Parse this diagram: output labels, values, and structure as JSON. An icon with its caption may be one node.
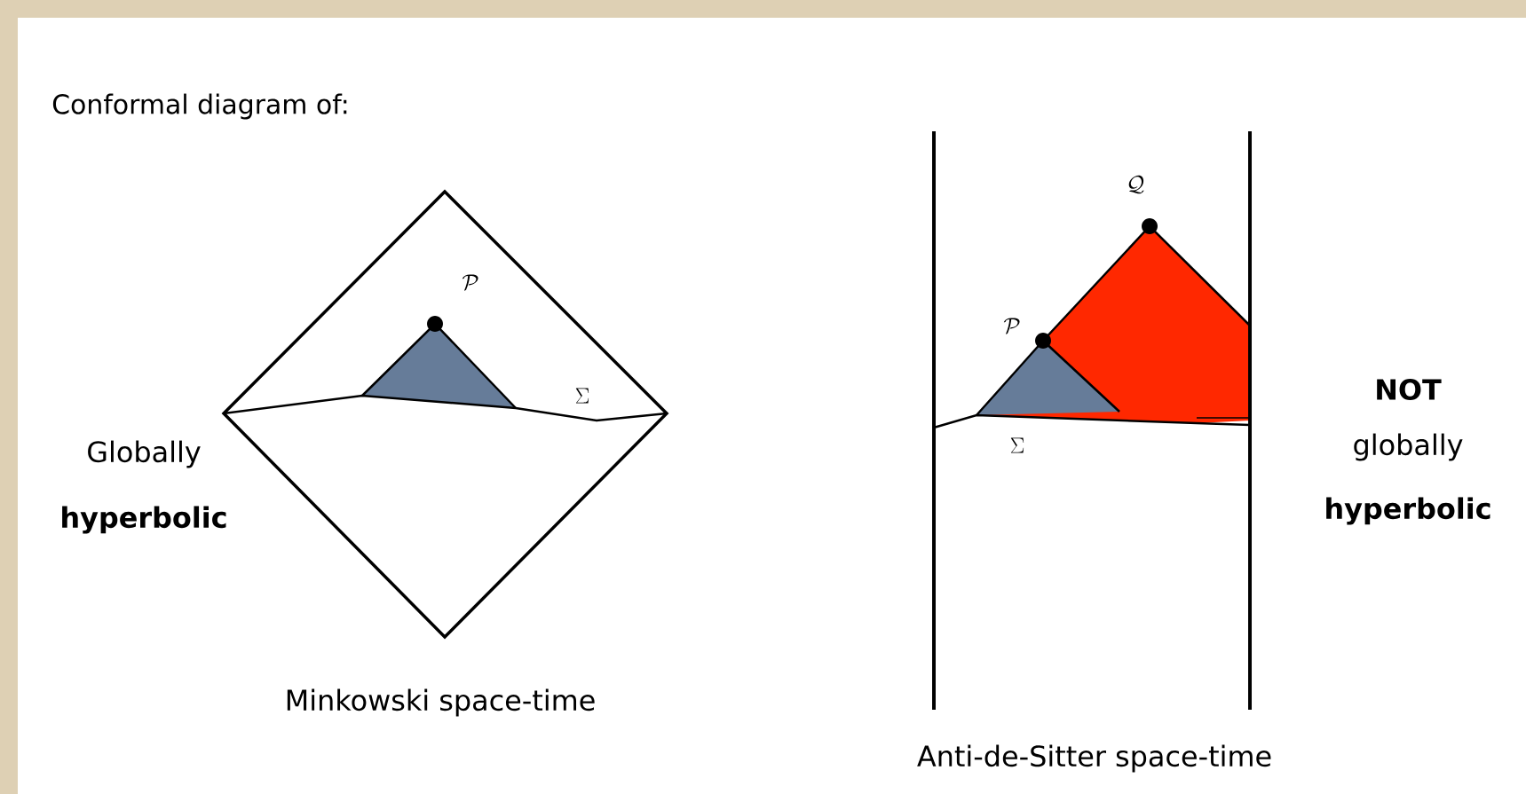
{
  "diagram": {
    "title": "Conformal diagram of:",
    "labels": [
      "\\mathcal{P}",
      "\\Sigma",
      "Globally",
      "hyperbolic",
      "Minkowski space-time",
      "\\mathcal{Q}",
      "\\mathcal{P}",
      "\\Sigma",
      "NOT",
      "globally",
      "hyperbolic",
      "Anti-de-Sitter space-time"
    ]
  }
}
